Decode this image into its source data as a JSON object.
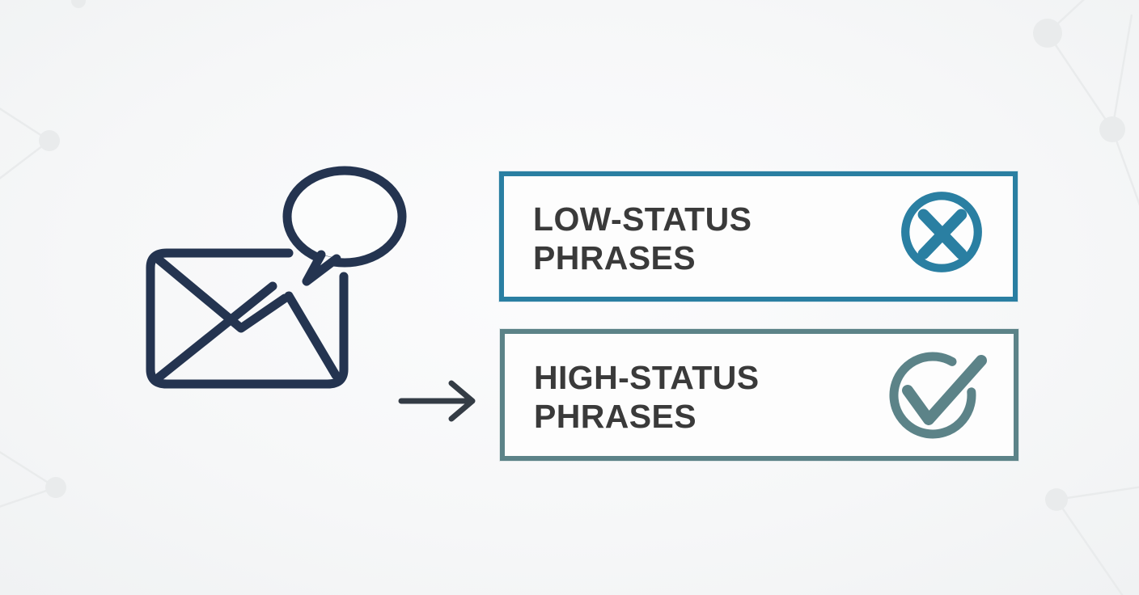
{
  "illustration": {
    "description": "email-message-phrase-sorting-diagram",
    "background_color": "#f6f7f8",
    "network_pattern_color": "#e9ebec"
  },
  "email_icon": {
    "name": "envelope-with-speech-bubble",
    "color": "#243450"
  },
  "arrow": {
    "name": "arrow-right",
    "color": "#343c45"
  },
  "boxes": [
    {
      "line1": "LOW-STATUS",
      "line2": "PHRASES",
      "border_color": "#2a7fa2",
      "icon": "x-circle",
      "icon_color": "#2a7fa2"
    },
    {
      "line1": "HIGH-STATUS",
      "line2": "PHRASES",
      "border_color": "#5c8388",
      "icon": "check-circle",
      "icon_color": "#5c8388"
    }
  ],
  "text_color": "#3a3a3a",
  "box_fill_color": "#fdfdfd"
}
